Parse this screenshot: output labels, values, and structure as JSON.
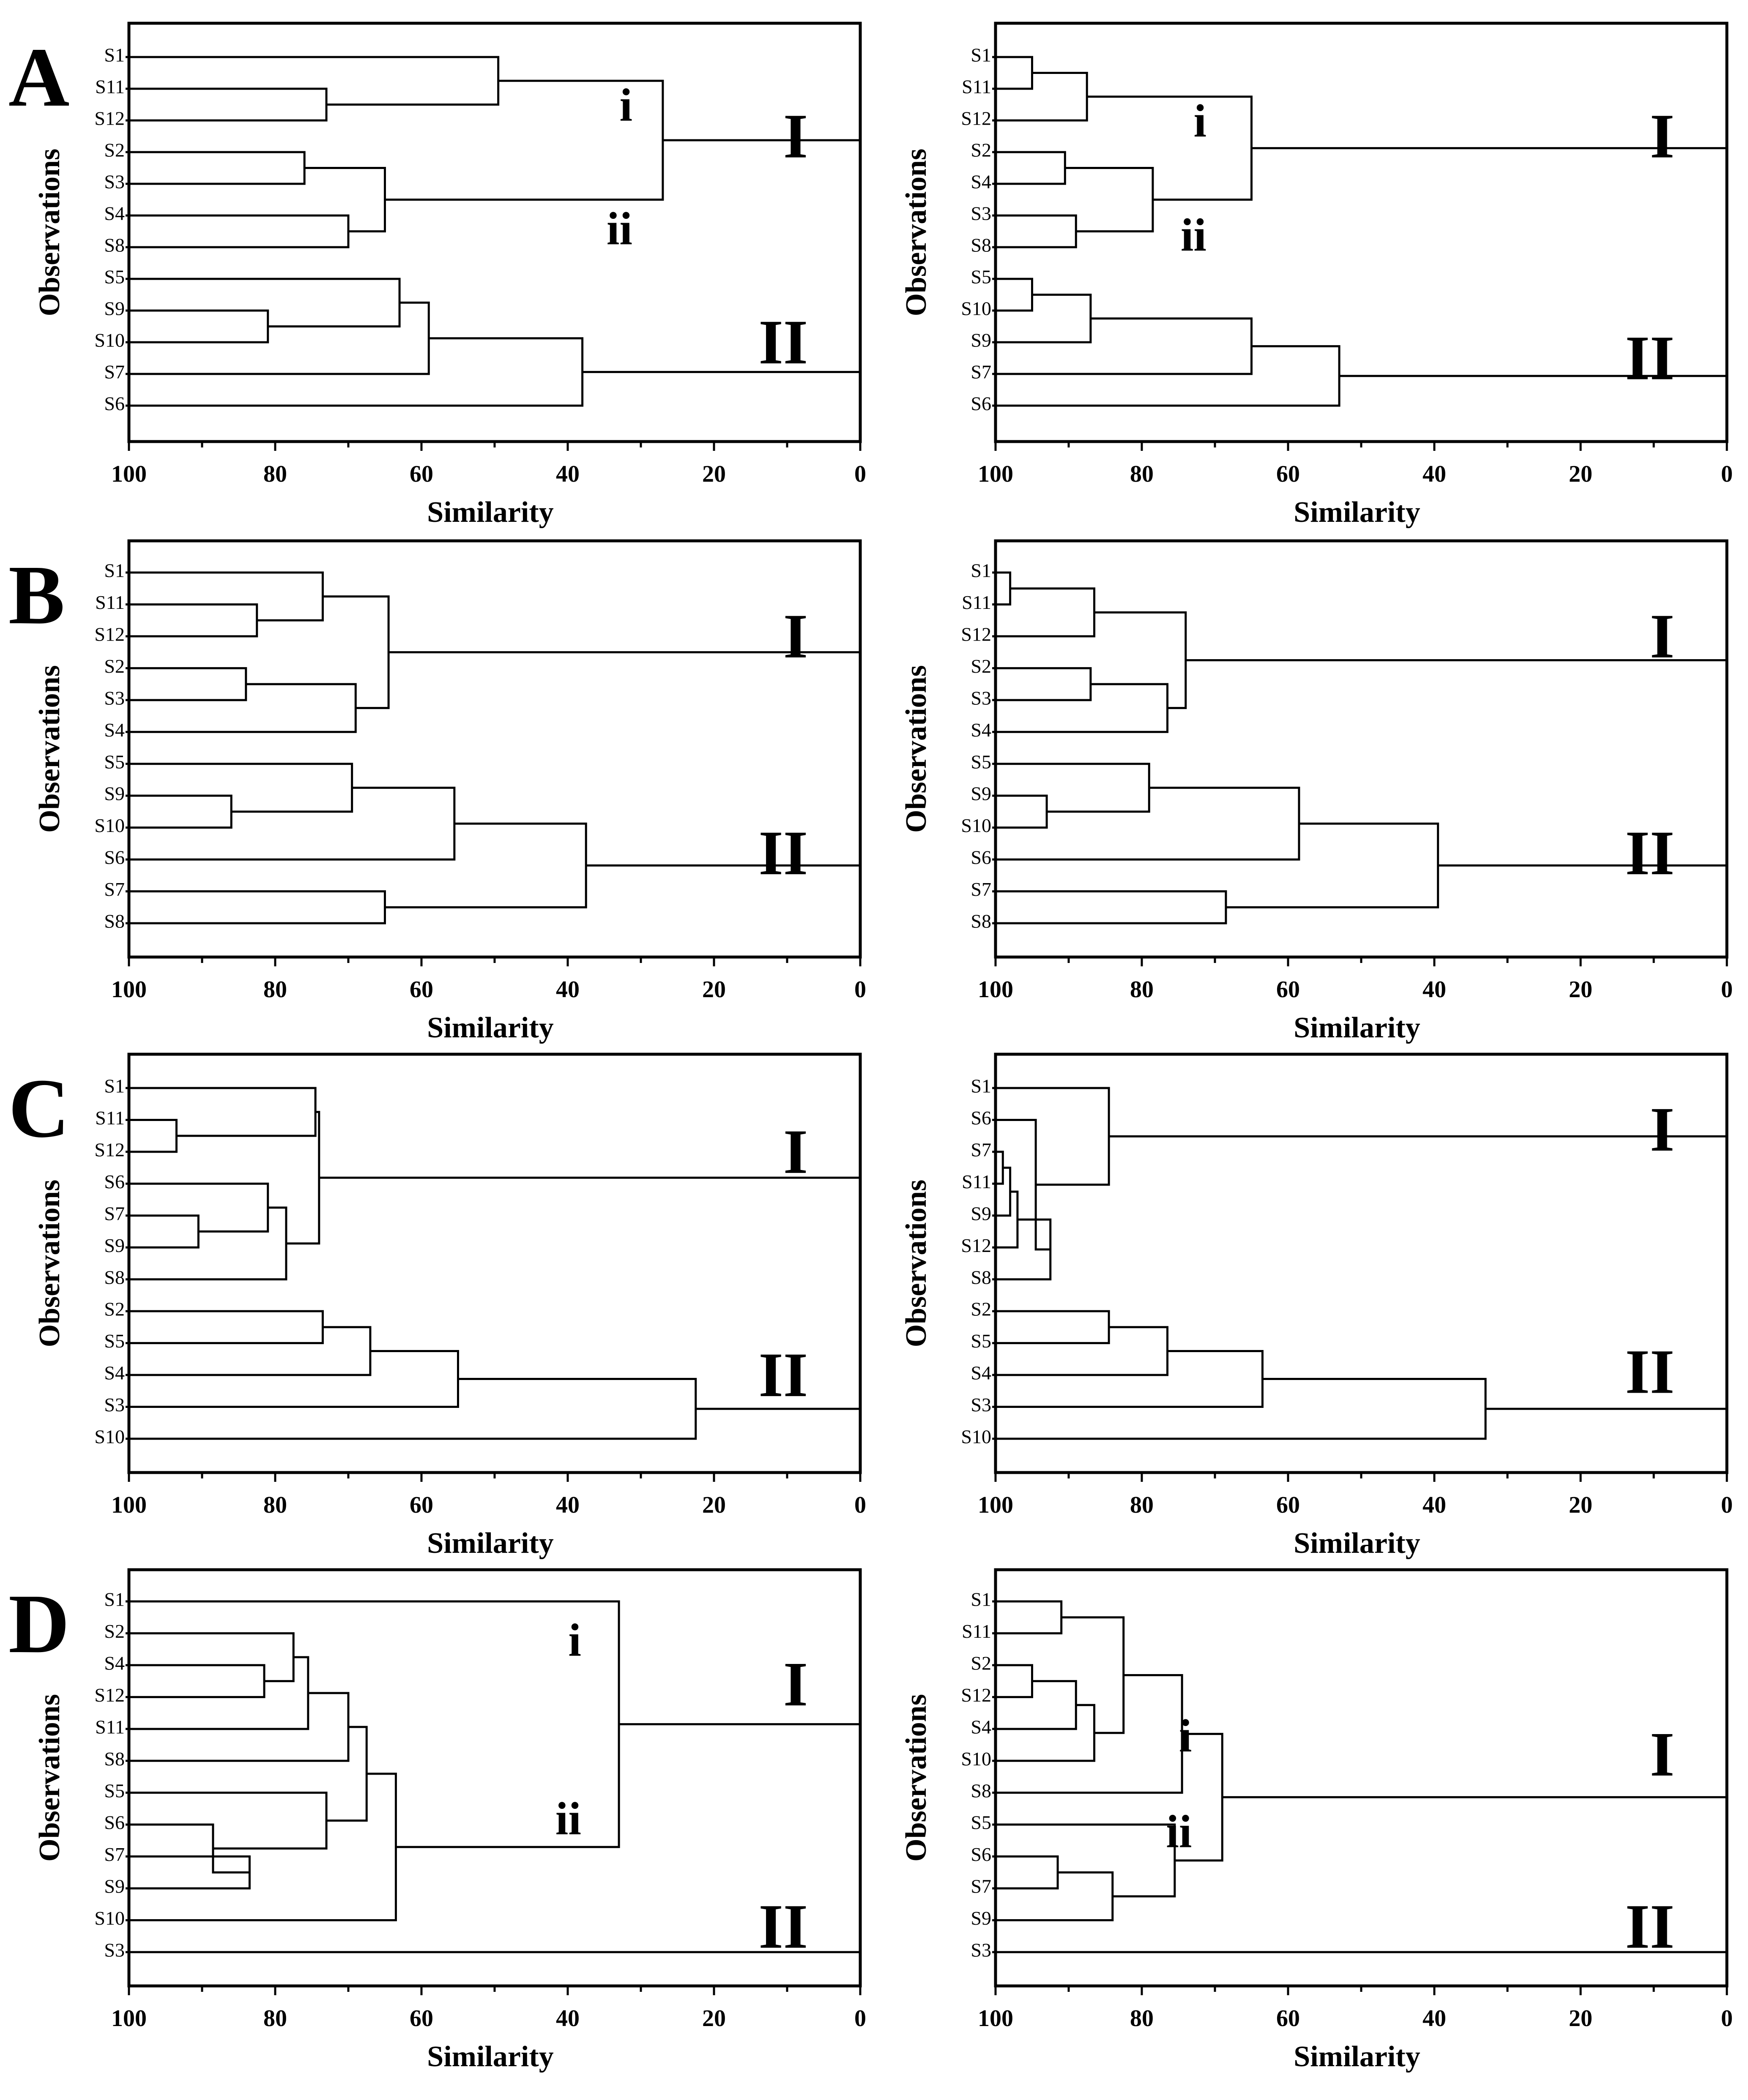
{
  "chart_data": [
    {
      "type": "dendrogram",
      "panel": "A",
      "side": "left",
      "xlabel": "Similarity",
      "ylabel": "Observations",
      "xlim": [
        100,
        0
      ],
      "xticks": [
        100,
        80,
        60,
        40,
        20,
        0
      ],
      "leaves": [
        "S1",
        "S11",
        "S12",
        "S2",
        "S3",
        "S4",
        "S8",
        "S5",
        "S9",
        "S10",
        "S7",
        "S6"
      ],
      "merges": [
        {
          "a": "S11",
          "b": "S12",
          "sim": 73
        },
        {
          "a": "S1",
          "b": 12,
          "sim": 49.5
        },
        {
          "a": "S2",
          "b": "S3",
          "sim": 76
        },
        {
          "a": "S4",
          "b": "S8",
          "sim": 70
        },
        {
          "a": 14,
          "b": 15,
          "sim": 65
        },
        {
          "a": 13,
          "b": 16,
          "sim": 27
        },
        {
          "a": "S9",
          "b": "S10",
          "sim": 81
        },
        {
          "a": "S5",
          "b": 18,
          "sim": 63
        },
        {
          "a": 19,
          "b": "S7",
          "sim": 59
        },
        {
          "a": 20,
          "b": "S6",
          "sim": 38
        },
        {
          "a": 17,
          "b": 21,
          "sim": 0
        }
      ],
      "annotations": [
        {
          "text": "I",
          "style": "roman",
          "x": 6,
          "leaf": 2.5
        },
        {
          "text": "II",
          "style": "roman",
          "x": 6,
          "leaf": 9
        },
        {
          "text": "i",
          "style": "sub",
          "x": 30,
          "leaf": 1.5
        },
        {
          "text": "ii",
          "style": "sub",
          "x": 30,
          "leaf": 5.4
        }
      ]
    },
    {
      "type": "dendrogram",
      "side": "right",
      "xlabel": "Similarity",
      "ylabel": "Observations",
      "xlim": [
        100,
        0
      ],
      "xticks": [
        100,
        80,
        60,
        40,
        20,
        0
      ],
      "leaves": [
        "S1",
        "S11",
        "S12",
        "S2",
        "S4",
        "S3",
        "S8",
        "S5",
        "S10",
        "S9",
        "S7",
        "S6"
      ],
      "merges": [
        {
          "a": "S1",
          "b": "S11",
          "sim": 95
        },
        {
          "a": 12,
          "b": "S12",
          "sim": 87.5
        },
        {
          "a": "S2",
          "b": "S4",
          "sim": 90.5
        },
        {
          "a": "S3",
          "b": "S8",
          "sim": 89
        },
        {
          "a": 14,
          "b": 15,
          "sim": 78.5
        },
        {
          "a": 13,
          "b": 16,
          "sim": 65
        },
        {
          "a": "S5",
          "b": "S10",
          "sim": 95
        },
        {
          "a": 18,
          "b": "S9",
          "sim": 87
        },
        {
          "a": 19,
          "b": "S7",
          "sim": 65
        },
        {
          "a": 20,
          "b": "S6",
          "sim": 53
        },
        {
          "a": 17,
          "b": 21,
          "sim": 0
        }
      ],
      "annotations": [
        {
          "text": "I",
          "style": "roman",
          "x": 6,
          "leaf": 2.5
        },
        {
          "text": "II",
          "style": "roman",
          "x": 6,
          "leaf": 9.5
        },
        {
          "text": "i",
          "style": "sub",
          "x": 70,
          "leaf": 2
        },
        {
          "text": "ii",
          "style": "sub",
          "x": 70,
          "leaf": 5.6
        }
      ]
    },
    {
      "type": "dendrogram",
      "panel": "B",
      "side": "left",
      "xlabel": "Similarity",
      "ylabel": "Observations",
      "xlim": [
        100,
        0
      ],
      "xticks": [
        100,
        80,
        60,
        40,
        20,
        0
      ],
      "leaves": [
        "S1",
        "S11",
        "S12",
        "S2",
        "S3",
        "S4",
        "S5",
        "S9",
        "S10",
        "S6",
        "S7",
        "S8"
      ],
      "merges": [
        {
          "a": "S11",
          "b": "S12",
          "sim": 82.5
        },
        {
          "a": "S1",
          "b": 12,
          "sim": 73.5
        },
        {
          "a": "S2",
          "b": "S3",
          "sim": 84
        },
        {
          "a": 14,
          "b": "S4",
          "sim": 69
        },
        {
          "a": 13,
          "b": 15,
          "sim": 64.5
        },
        {
          "a": "S9",
          "b": "S10",
          "sim": 86
        },
        {
          "a": "S5",
          "b": 17,
          "sim": 69.5
        },
        {
          "a": 18,
          "b": "S6",
          "sim": 55.5
        },
        {
          "a": "S7",
          "b": "S8",
          "sim": 65
        },
        {
          "a": 19,
          "b": 20,
          "sim": 37.5
        },
        {
          "a": 16,
          "b": 21,
          "sim": 0
        }
      ],
      "annotations": [
        {
          "text": "I",
          "style": "roman",
          "x": 6,
          "leaf": 2
        },
        {
          "text": "II",
          "style": "roman",
          "x": 6,
          "leaf": 8.8
        }
      ]
    },
    {
      "type": "dendrogram",
      "side": "right",
      "xlabel": "Similarity",
      "ylabel": "Observations",
      "xlim": [
        100,
        0
      ],
      "xticks": [
        100,
        80,
        60,
        40,
        20,
        0
      ],
      "leaves": [
        "S1",
        "S11",
        "S12",
        "S2",
        "S3",
        "S4",
        "S5",
        "S9",
        "S10",
        "S6",
        "S7",
        "S8"
      ],
      "merges": [
        {
          "a": "S1",
          "b": "S11",
          "sim": 98
        },
        {
          "a": 12,
          "b": "S12",
          "sim": 86.5
        },
        {
          "a": "S2",
          "b": "S3",
          "sim": 87
        },
        {
          "a": 14,
          "b": "S4",
          "sim": 76.5
        },
        {
          "a": 13,
          "b": 15,
          "sim": 74
        },
        {
          "a": "S9",
          "b": "S10",
          "sim": 93
        },
        {
          "a": "S5",
          "b": 17,
          "sim": 79
        },
        {
          "a": 18,
          "b": "S6",
          "sim": 58.5
        },
        {
          "a": "S7",
          "b": "S8",
          "sim": 68.5
        },
        {
          "a": 19,
          "b": 20,
          "sim": 39.5
        },
        {
          "a": 16,
          "b": 21,
          "sim": 0
        }
      ],
      "annotations": [
        {
          "text": "I",
          "style": "roman",
          "x": 6,
          "leaf": 2
        },
        {
          "text": "II",
          "style": "roman",
          "x": 6,
          "leaf": 8.8
        }
      ]
    },
    {
      "type": "dendrogram",
      "panel": "C",
      "side": "left",
      "xlabel": "Similarity",
      "ylabel": "Observations",
      "xlim": [
        100,
        0
      ],
      "xticks": [
        100,
        80,
        60,
        40,
        20,
        0
      ],
      "leaves": [
        "S1",
        "S11",
        "S12",
        "S6",
        "S7",
        "S9",
        "S8",
        "S2",
        "S5",
        "S4",
        "S3",
        "S10"
      ],
      "merges": [
        {
          "a": "S11",
          "b": "S12",
          "sim": 93.5
        },
        {
          "a": "S1",
          "b": 12,
          "sim": 74.5
        },
        {
          "a": "S7",
          "b": "S9",
          "sim": 90.5
        },
        {
          "a": "S6",
          "b": 14,
          "sim": 81
        },
        {
          "a": 15,
          "b": "S8",
          "sim": 78.5
        },
        {
          "a": 13,
          "b": 16,
          "sim": 74
        },
        {
          "a": "S2",
          "b": "S5",
          "sim": 73.5
        },
        {
          "a": 18,
          "b": "S4",
          "sim": 67
        },
        {
          "a": 19,
          "b": "S3",
          "sim": 55
        },
        {
          "a": 20,
          "b": "S10",
          "sim": 22.5
        },
        {
          "a": 17,
          "b": 21,
          "sim": 0
        }
      ],
      "annotations": [
        {
          "text": "I",
          "style": "roman",
          "x": 6,
          "leaf": 2
        },
        {
          "text": "II",
          "style": "roman",
          "x": 6,
          "leaf": 9
        }
      ]
    },
    {
      "type": "dendrogram",
      "side": "right",
      "xlabel": "Similarity",
      "ylabel": "Observations",
      "xlim": [
        100,
        0
      ],
      "xticks": [
        100,
        80,
        60,
        40,
        20,
        0
      ],
      "leaves": [
        "S1",
        "S6",
        "S7",
        "S11",
        "S9",
        "S12",
        "S8",
        "S2",
        "S5",
        "S4",
        "S3",
        "S10"
      ],
      "merges": [
        {
          "a": "S7",
          "b": "S11",
          "sim": 99
        },
        {
          "a": 12,
          "b": "S9",
          "sim": 98
        },
        {
          "a": 13,
          "b": "S12",
          "sim": 97
        },
        {
          "a": 14,
          "b": "S8",
          "sim": 92.5
        },
        {
          "a": "S6",
          "b": 15,
          "sim": 94.5
        },
        {
          "a": "S1",
          "b": 16,
          "sim": 84.5
        },
        {
          "a": "S2",
          "b": "S5",
          "sim": 84.5
        },
        {
          "a": 18,
          "b": "S4",
          "sim": 76.5
        },
        {
          "a": 19,
          "b": "S3",
          "sim": 63.5
        },
        {
          "a": 20,
          "b": "S10",
          "sim": 33
        },
        {
          "a": 17,
          "b": 21,
          "sim": 0
        }
      ],
      "annotations": [
        {
          "text": "I",
          "style": "roman",
          "x": 6,
          "leaf": 1.3
        },
        {
          "text": "II",
          "style": "roman",
          "x": 6,
          "leaf": 8.9
        }
      ]
    },
    {
      "type": "dendrogram",
      "panel": "D",
      "side": "left",
      "xlabel": "Similarity",
      "ylabel": "Observations",
      "xlim": [
        100,
        0
      ],
      "xticks": [
        100,
        80,
        60,
        40,
        20,
        0
      ],
      "leaves": [
        "S1",
        "S2",
        "S4",
        "S12",
        "S11",
        "S8",
        "S5",
        "S6",
        "S7",
        "S9",
        "S10",
        "S3"
      ],
      "merges": [
        {
          "a": "S4",
          "b": "S12",
          "sim": 81.5
        },
        {
          "a": "S2",
          "b": 12,
          "sim": 77.5
        },
        {
          "a": 13,
          "b": "S11",
          "sim": 75.5
        },
        {
          "a": 14,
          "b": "S8",
          "sim": 70
        },
        {
          "a": "S7",
          "b": "S9",
          "sim": 83.5
        },
        {
          "a": "S6",
          "b": 16,
          "sim": 88.5
        },
        {
          "a": "S5",
          "b": 17,
          "sim": 73
        },
        {
          "a": 15,
          "b": 18,
          "sim": 67.5
        },
        {
          "a": 19,
          "b": "S10",
          "sim": 63.5
        },
        {
          "a": "S1",
          "b": 20,
          "sim": 33
        },
        {
          "a": 21,
          "b": "S3",
          "sim": 0
        }
      ],
      "annotations": [
        {
          "text": "I",
          "style": "roman",
          "x": 6,
          "leaf": 2.6
        },
        {
          "text": "II",
          "style": "roman",
          "x": 6,
          "leaf": 10.2
        },
        {
          "text": "i",
          "style": "sub",
          "x": 37,
          "leaf": 1.2
        },
        {
          "text": "ii",
          "style": "sub",
          "x": 37,
          "leaf": 6.8
        }
      ]
    },
    {
      "type": "dendrogram",
      "side": "right",
      "xlabel": "Similarity",
      "ylabel": "Observations",
      "xlim": [
        100,
        0
      ],
      "xticks": [
        100,
        80,
        60,
        40,
        20,
        0
      ],
      "leaves": [
        "S1",
        "S11",
        "S2",
        "S12",
        "S4",
        "S10",
        "S8",
        "S5",
        "S6",
        "S7",
        "S9",
        "S3"
      ],
      "merges": [
        {
          "a": "S1",
          "b": "S11",
          "sim": 91
        },
        {
          "a": "S2",
          "b": "S12",
          "sim": 95
        },
        {
          "a": 13,
          "b": "S4",
          "sim": 89
        },
        {
          "a": 14,
          "b": "S10",
          "sim": 86.5
        },
        {
          "a": 12,
          "b": 15,
          "sim": 82.5
        },
        {
          "a": 16,
          "b": "S8",
          "sim": 74.5
        },
        {
          "a": "S6",
          "b": "S7",
          "sim": 91.5
        },
        {
          "a": 18,
          "b": "S9",
          "sim": 84
        },
        {
          "a": "S5",
          "b": 19,
          "sim": 75.5
        },
        {
          "a": 17,
          "b": 20,
          "sim": 69
        },
        {
          "a": 21,
          "b": "S3",
          "sim": 0
        }
      ],
      "annotations": [
        {
          "text": "I",
          "style": "roman",
          "x": 6,
          "leaf": 4.8
        },
        {
          "text": "II",
          "style": "roman",
          "x": 6,
          "leaf": 10.2
        },
        {
          "text": "i",
          "style": "sub",
          "x": 72,
          "leaf": 4.2
        },
        {
          "text": "ii",
          "style": "sub",
          "x": 72,
          "leaf": 7.2
        }
      ]
    }
  ]
}
